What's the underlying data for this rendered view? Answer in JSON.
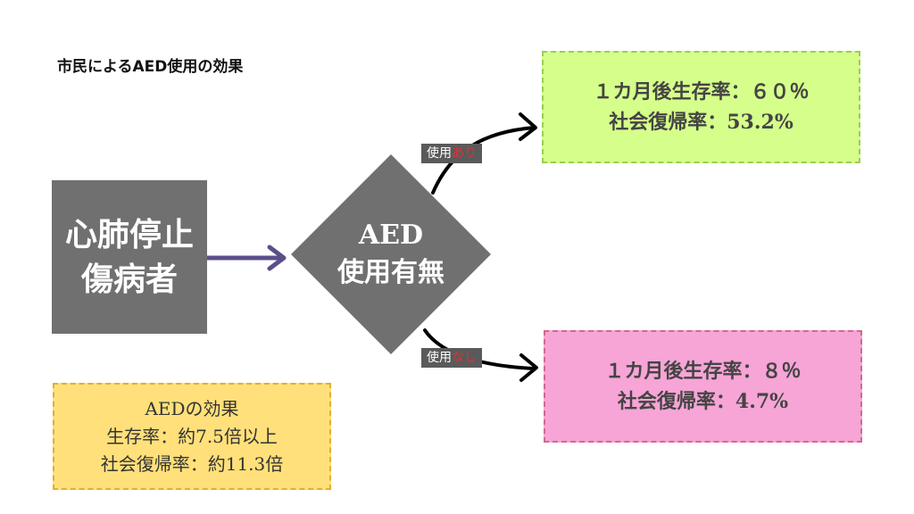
{
  "title": "市民によるAED使用の効果",
  "start_node": {
    "line1": "心肺停止",
    "line2": "傷病者"
  },
  "decision": {
    "line1": "AED",
    "line2": "使用有無"
  },
  "branch_yes": {
    "prefix": "使用",
    "highlight": "あり"
  },
  "branch_no": {
    "prefix": "使用",
    "highlight": "なし"
  },
  "result_yes": {
    "line1": "１カ月後生存率：６０％",
    "line2": "社会復帰率：53.2%"
  },
  "result_no": {
    "line1": "１カ月後生存率：８％",
    "line2": "社会復帰率：4.7%"
  },
  "effect": {
    "line1": "AEDの効果",
    "line2": "生存率：約7.5倍以上",
    "line3": "社会復帰率：約11.3倍"
  },
  "colors": {
    "node_gray": "#707070",
    "arrow_purple": "#5b4e8a",
    "result_yes_bg": "#d5ff8a",
    "result_no_bg": "#f6a5d6",
    "effect_bg": "#ffe07a",
    "highlight_red": "#e0303a"
  }
}
